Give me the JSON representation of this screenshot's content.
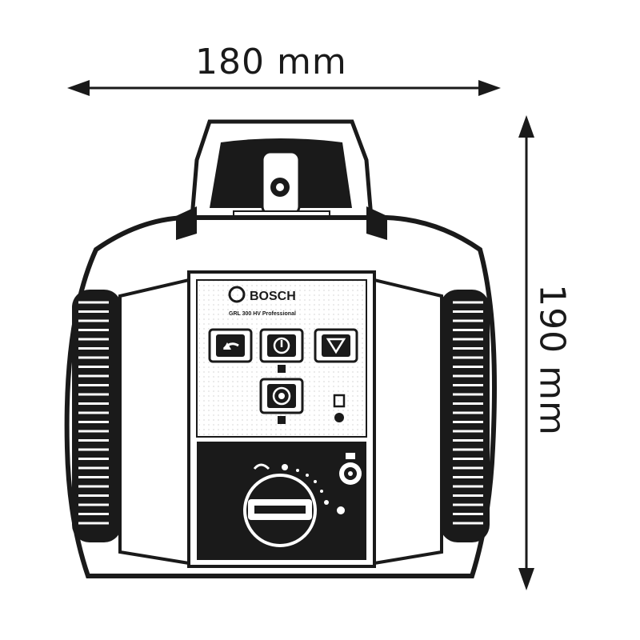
{
  "dimensions": {
    "width_label": "180 mm",
    "height_label": "190 mm"
  },
  "device": {
    "brand": "BOSCH",
    "model": "GRL 300 HV Professional"
  },
  "colors": {
    "ink": "#1a1a1a",
    "background": "#ffffff"
  },
  "icons": {
    "left_button": "rotate-arrow-icon",
    "center_button": "power-icon",
    "right_button": "shield-down-icon",
    "lower_button": "tilt-icon",
    "indicator": "battery-icon"
  }
}
